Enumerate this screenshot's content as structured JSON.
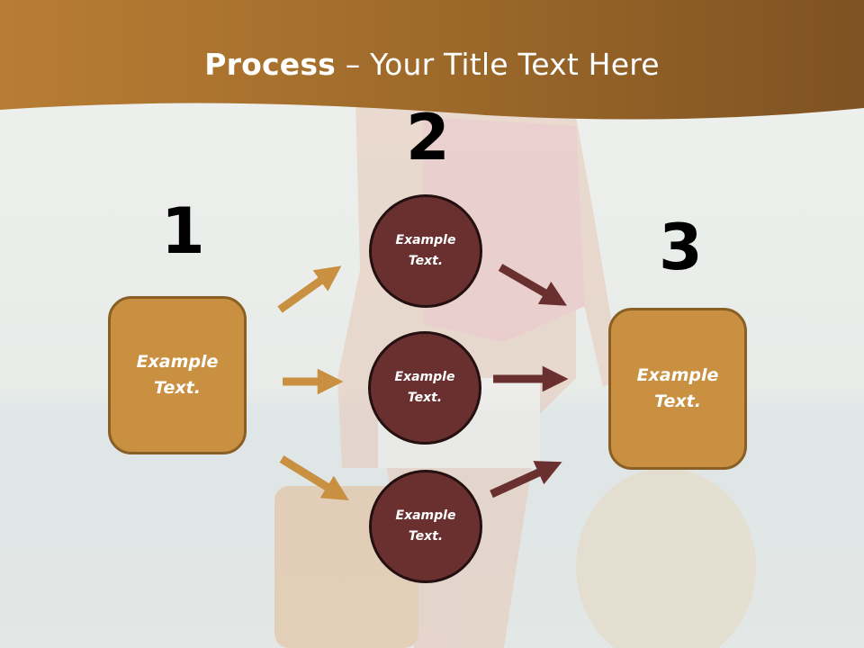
{
  "title": {
    "bold": "Process",
    "rest": " – Your Title Text Here"
  },
  "steps": [
    {
      "number": "1",
      "label": "Example\nText."
    },
    {
      "number": "2",
      "label": "Example\nText."
    },
    {
      "number": "3",
      "label": "Example\nText."
    }
  ],
  "circles": [
    {
      "label": "Example\nText."
    },
    {
      "label": "Example\nText."
    },
    {
      "label": "Example\nText."
    }
  ],
  "colors": {
    "banner": "#A56E2C",
    "box": "#C89040",
    "box_border": "#8A5F26",
    "circle": "#6A3030",
    "arrow_left": "#C89040",
    "arrow_right": "#6A3030"
  }
}
